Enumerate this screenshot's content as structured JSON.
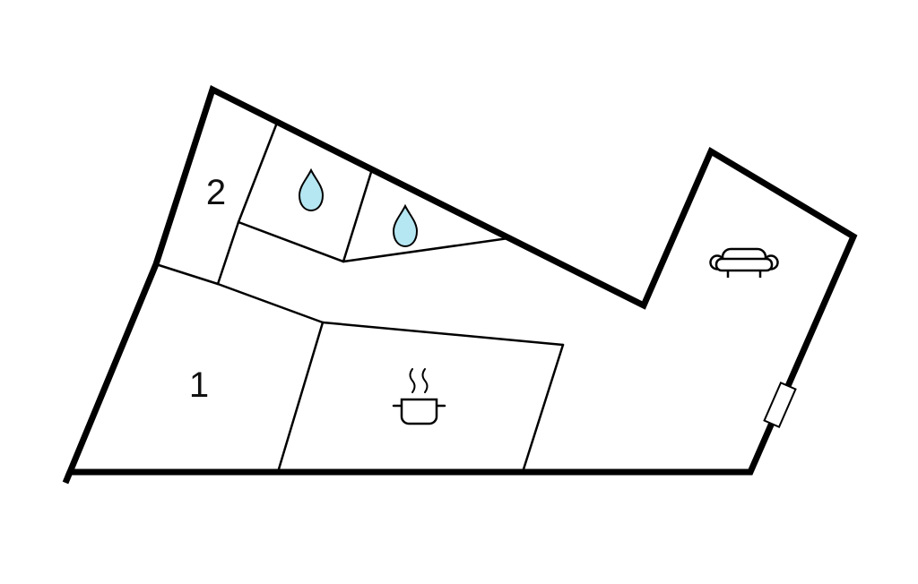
{
  "canvas": {
    "background": "#ffffff",
    "wall_color": "#000000",
    "partition_color": "#000000"
  },
  "floorplan": {
    "rooms": [
      {
        "id": "room-2",
        "label": "2"
      },
      {
        "id": "room-1",
        "label": "1"
      }
    ],
    "water_drop_color": "#b5e7f2",
    "icons": [
      {
        "name": "water-drop-icon"
      },
      {
        "name": "water-drop-icon"
      },
      {
        "name": "cooking-pot-icon"
      },
      {
        "name": "sofa-icon"
      },
      {
        "name": "door-icon"
      }
    ]
  }
}
